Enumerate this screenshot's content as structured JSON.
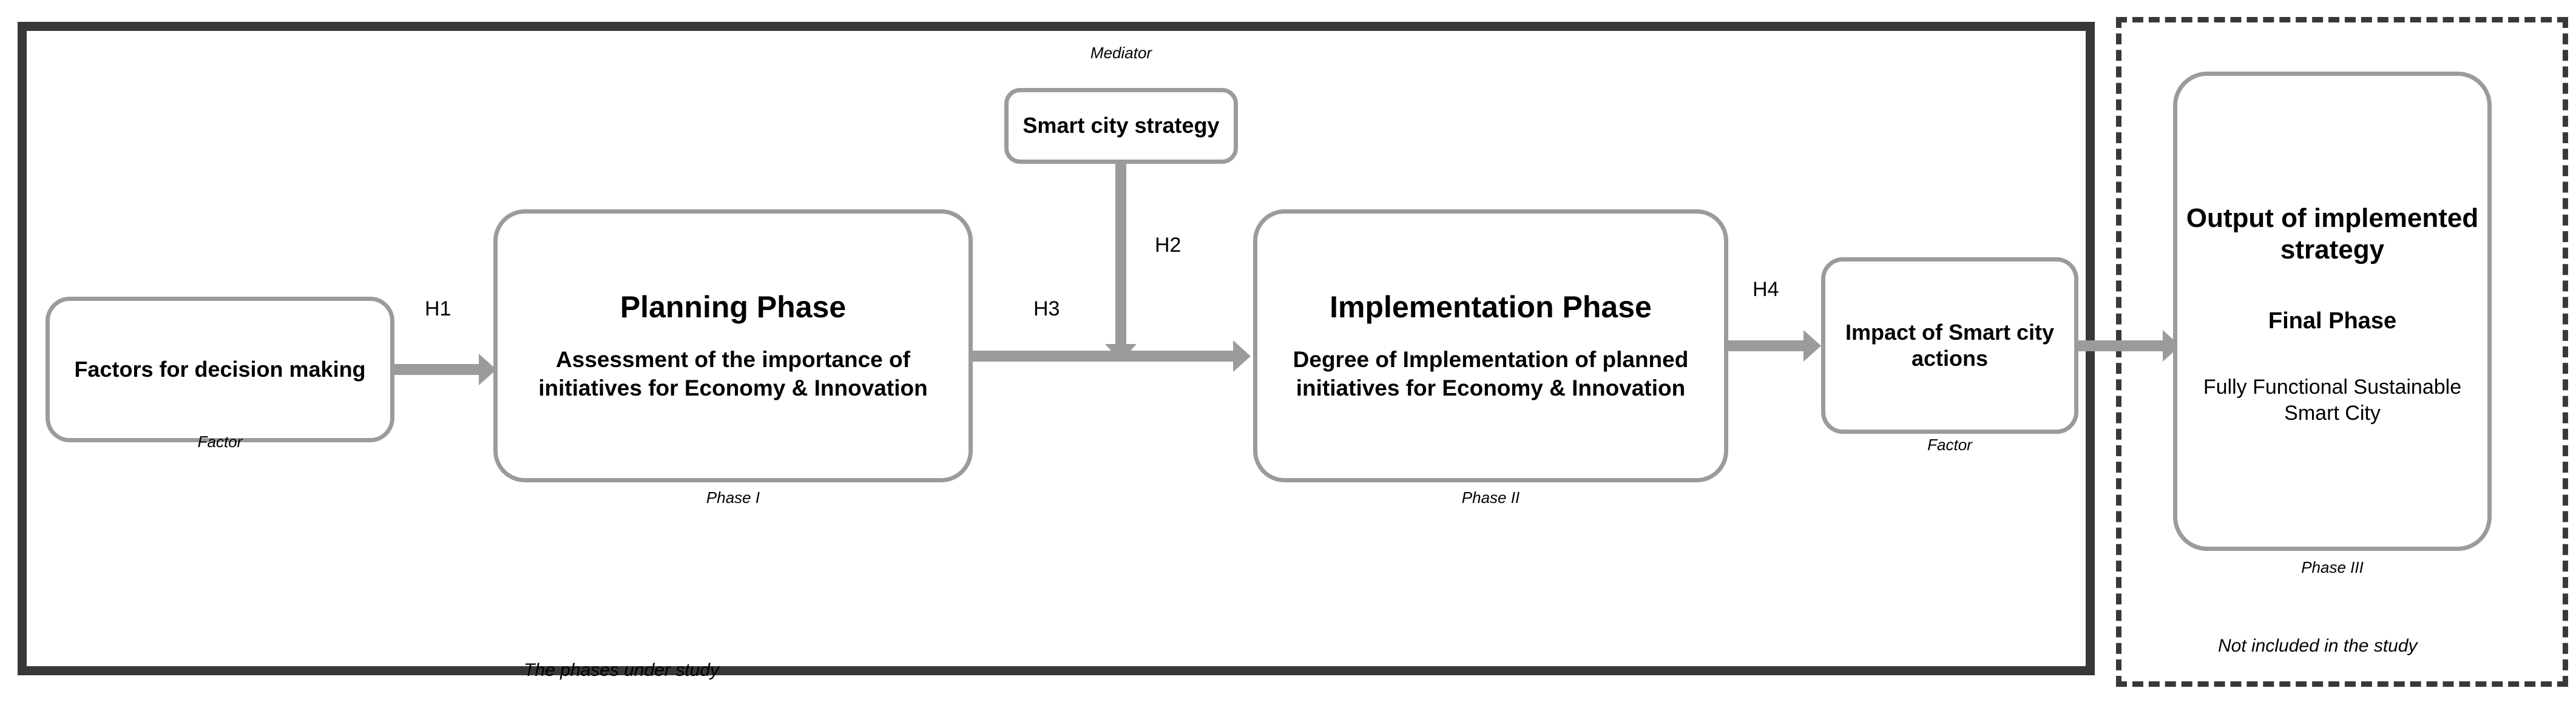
{
  "meta": {
    "colors": {
      "frame_dark": "#3A3737",
      "node_stroke": "#9B9B9B",
      "arrow": "#9B9B9B",
      "text": "#000000",
      "background": "#FFFFFF"
    }
  },
  "study_panel": {
    "corner_note": "The phases under study"
  },
  "excluded_panel": {
    "corner_note": "Not included in the study"
  },
  "nodes": {
    "factors": {
      "title": "Factors for decision making",
      "caption": "Factor"
    },
    "planning": {
      "title": "Planning Phase",
      "body": "Assessment of the importance of initiatives for Economy & Innovation",
      "caption": "Phase I"
    },
    "mediator": {
      "title": "Smart city strategy",
      "caption": "Mediator"
    },
    "implementation": {
      "title": "Implementation Phase",
      "body": "Degree of Implementation of planned initiatives for Economy & Innovation",
      "caption": "Phase II"
    },
    "impact": {
      "title": "Impact of Smart city actions",
      "caption": "Factor"
    },
    "output": {
      "title": "Output of implemented strategy",
      "subtitle": "Final Phase",
      "body": "Fully Functional Sustainable Smart City",
      "caption": "Phase III"
    }
  },
  "hypotheses": {
    "h1": "H1",
    "h2": "H2",
    "h3": "H3",
    "h4": "H4"
  }
}
